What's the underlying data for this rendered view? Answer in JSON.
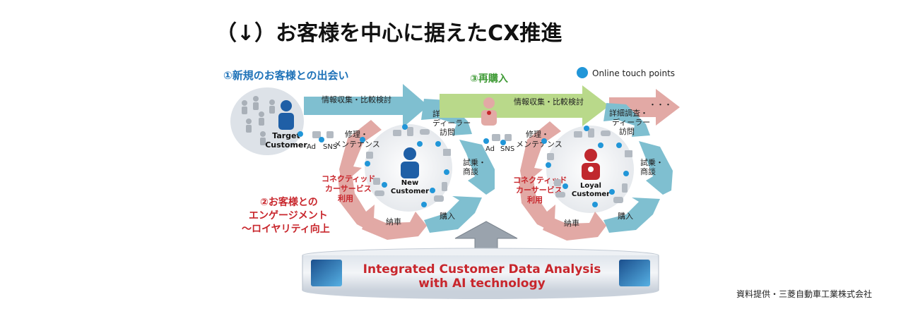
{
  "title": "（↓）お客様を中心に据えたCX推進",
  "legend": {
    "label": "Online touch points",
    "color": "#2196d8"
  },
  "sections": {
    "new_customer": "①新規のお客様との出会い",
    "engagement_line1": "②お客様との",
    "engagement_line2": "エンゲージメント",
    "engagement_line3": "～ロイヤリティ向上",
    "repurchase": "③再購入"
  },
  "target_customer": {
    "line1": "Target",
    "line2": "Customer"
  },
  "cycle1": {
    "info": "情報収集・比較検討",
    "detail_line1": "詳細調査・",
    "detail_line2": "ディーラー",
    "detail_line3": "訪問",
    "testdrive_line1": "試乗・",
    "testdrive_line2": "商談",
    "purchase": "購入",
    "delivery": "納車",
    "repair_line1": "修理・",
    "repair_line2": "メンテナンス",
    "connected_line1": "コネクティッド",
    "connected_line2": "カーサービス",
    "connected_line3": "利用",
    "ad": "Ad",
    "sns": "SNS",
    "center_line1": "New",
    "center_line2": "Customer"
  },
  "cycle2": {
    "info": "情報収集・比較検討",
    "detail_line1": "詳細調査・",
    "detail_line2": "ディーラー",
    "detail_line3": "訪問",
    "testdrive_line1": "試乗・",
    "testdrive_line2": "商談",
    "purchase": "購入",
    "delivery": "納車",
    "repair_line1": "修理・",
    "repair_line2": "メンテナンス",
    "connected_line1": "コネクティッド",
    "connected_line2": "カーサービス",
    "connected_line3": "利用",
    "ad": "Ad",
    "sns": "SNS",
    "center_line1": "Loyal",
    "center_line2": "Customer",
    "ellipsis": "・・・"
  },
  "platform": {
    "line1": "Integrated Customer Data Analysis",
    "line2": "with AI technology"
  },
  "credit": "資料提供・三菱自動車工業株式会社",
  "colors": {
    "blue_arrow": "#7fbfd0",
    "green_arrow": "#b9d98a",
    "pink_arrow": "#e2a9a5",
    "dot": "#2196d8",
    "title_blue": "#1e72b8",
    "green_text": "#3e9a35",
    "red_text": "#c8262c",
    "person_blue": "#1f5fa6",
    "person_red": "#c0282e",
    "platform_text": "#c8262c"
  }
}
